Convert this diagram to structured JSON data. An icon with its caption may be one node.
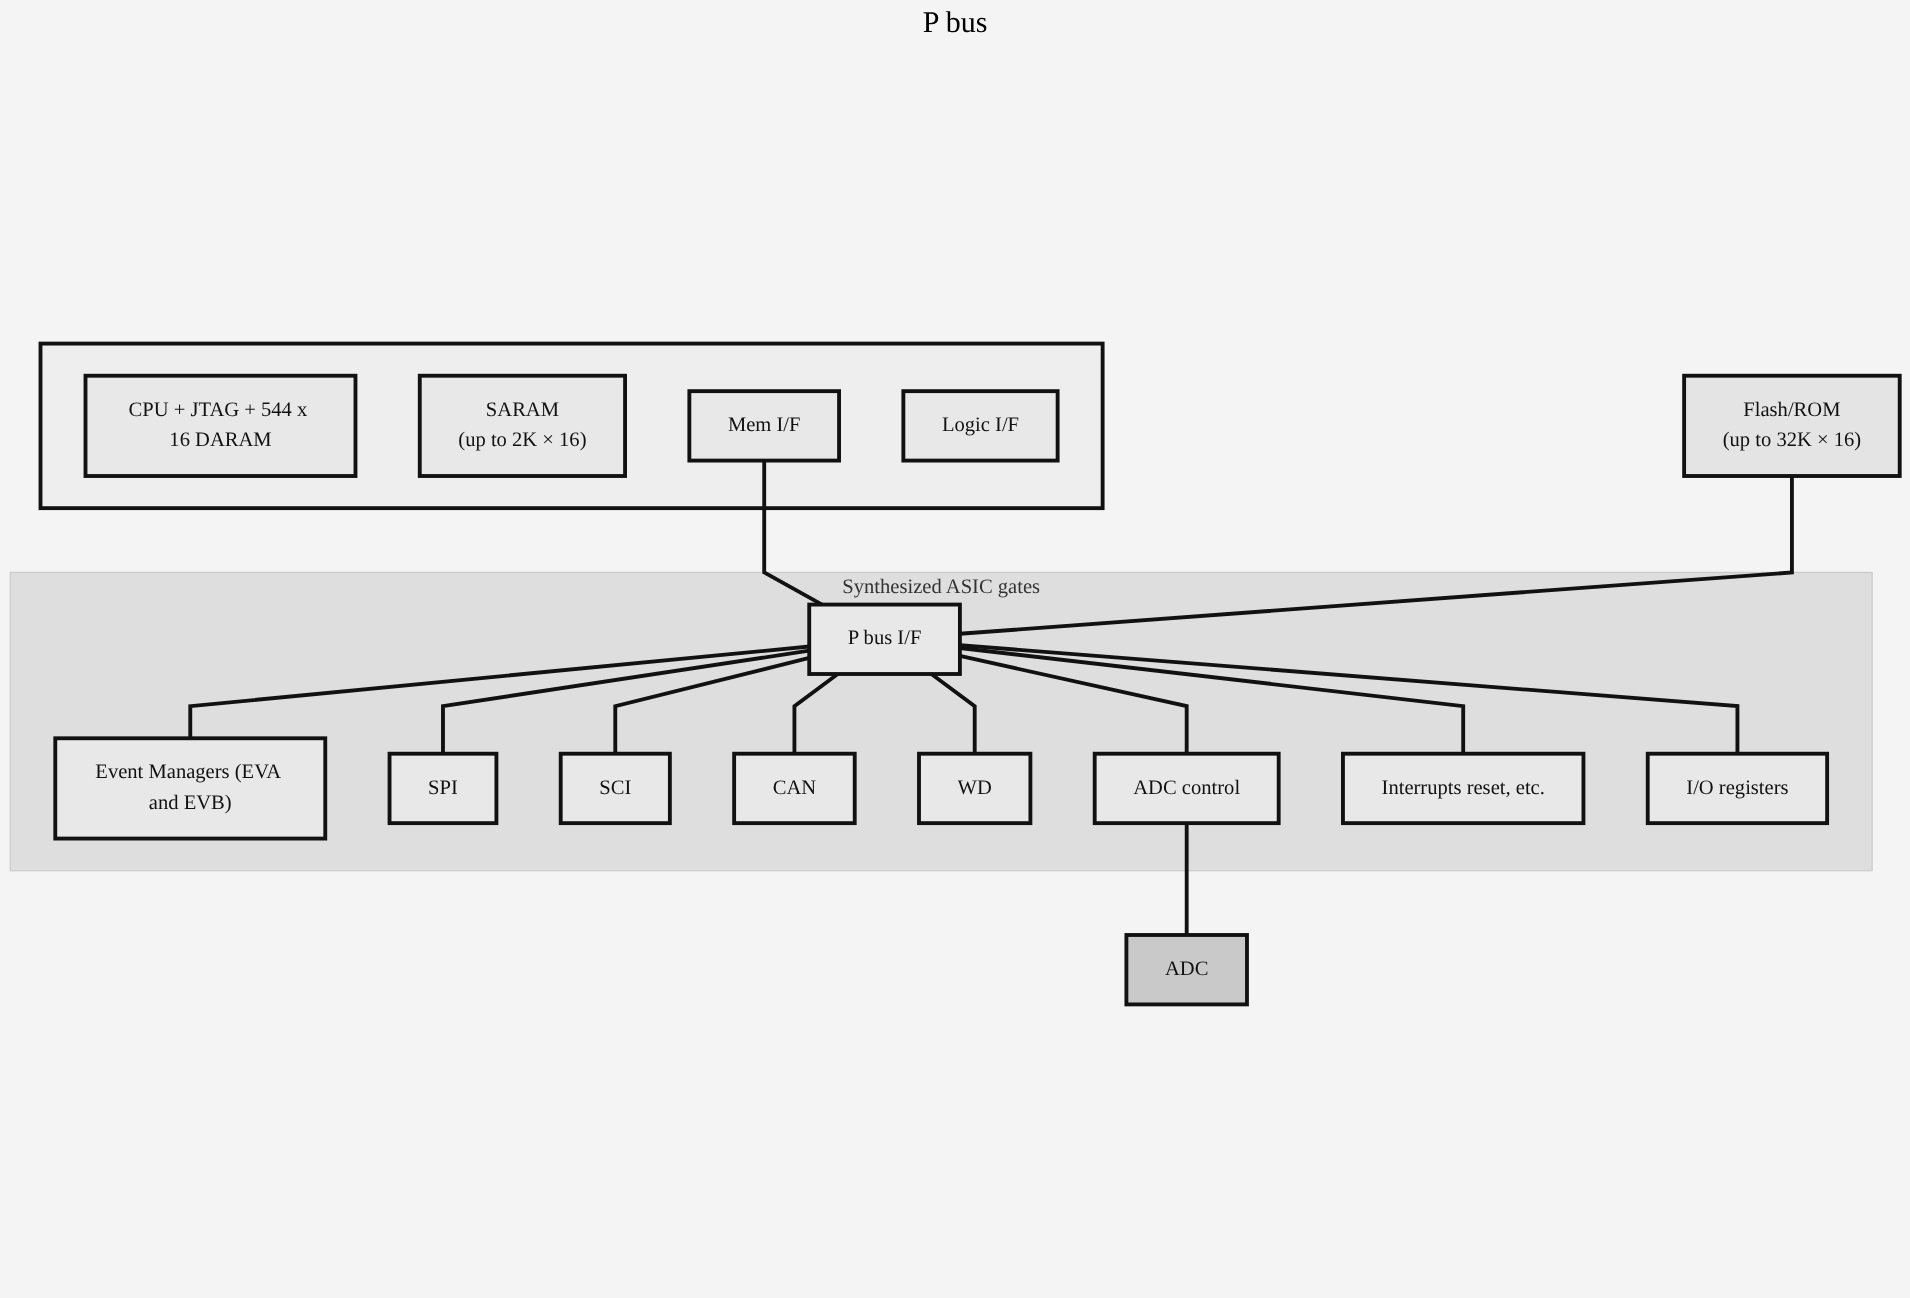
{
  "diagram": {
    "nodes": [
      {
        "text": [],
        "shape": "box"
      },
      {
        "text": [
          "CPU + JTAG + 544 x 16 DARAM"
        ],
        "in": 0
      },
      {
        "text": [
          "SARAM",
          "(up to 2K × 16)"
        ],
        "in": 0
      },
      {
        "text": [
          "Mem I/F"
        ],
        "in": 0
      },
      {
        "text": [
          "Logic I/F"
        ],
        "in": 0
      },
      {
        "text": [
          "Flash/ROM",
          "(up to 32K × 16)"
        ]
      },
      {
        "text": [
          "Synthesized ASIC gates"
        ]
      },
      {
        "text": [
          "P bus I/F"
        ],
        "in": 6
      },
      {
        "text": [
          "Event Managers (EVA and EVB)"
        ],
        "in": 6
      },
      {
        "text": [
          "SPI"
        ],
        "in": 6
      },
      {
        "text": [
          "SCI"
        ],
        "in": 6
      },
      {
        "text": [
          "CAN"
        ],
        "in": 6
      },
      {
        "text": [
          "WD"
        ],
        "in": 6
      },
      {
        "text": [
          "ADC control"
        ],
        "in": 6
      },
      {
        "text": [
          "Interrupts reset, etc."
        ],
        "in": 6
      },
      {
        "text": [
          "I/O registers"
        ],
        "in": 6
      },
      {
        "text": [
          "ADC"
        ]
      }
    ],
    "edges": [
      {
        "from": 3,
        "to": 7,
        "arrow": "none"
      },
      {
        "from": 5,
        "to": 7,
        "arrow": "none"
      },
      {
        "from": 7,
        "to": 8,
        "arrow": "none"
      },
      {
        "from": 7,
        "to": 9,
        "arrow": "none"
      },
      {
        "from": 7,
        "to": 10,
        "arrow": "none"
      },
      {
        "from": 7,
        "to": 11,
        "arrow": "none"
      },
      {
        "from": 7,
        "to": 12,
        "arrow": "none"
      },
      {
        "from": 7,
        "to": 13,
        "arrow": "none"
      },
      {
        "from": 7,
        "to": 14,
        "arrow": "none"
      },
      {
        "from": 7,
        "to": 15,
        "arrow": "none"
      },
      {
        "from": 13,
        "to": 16,
        "arrow": "none"
      }
    ],
    "labels": [
      "P bus"
    ]
  }
}
